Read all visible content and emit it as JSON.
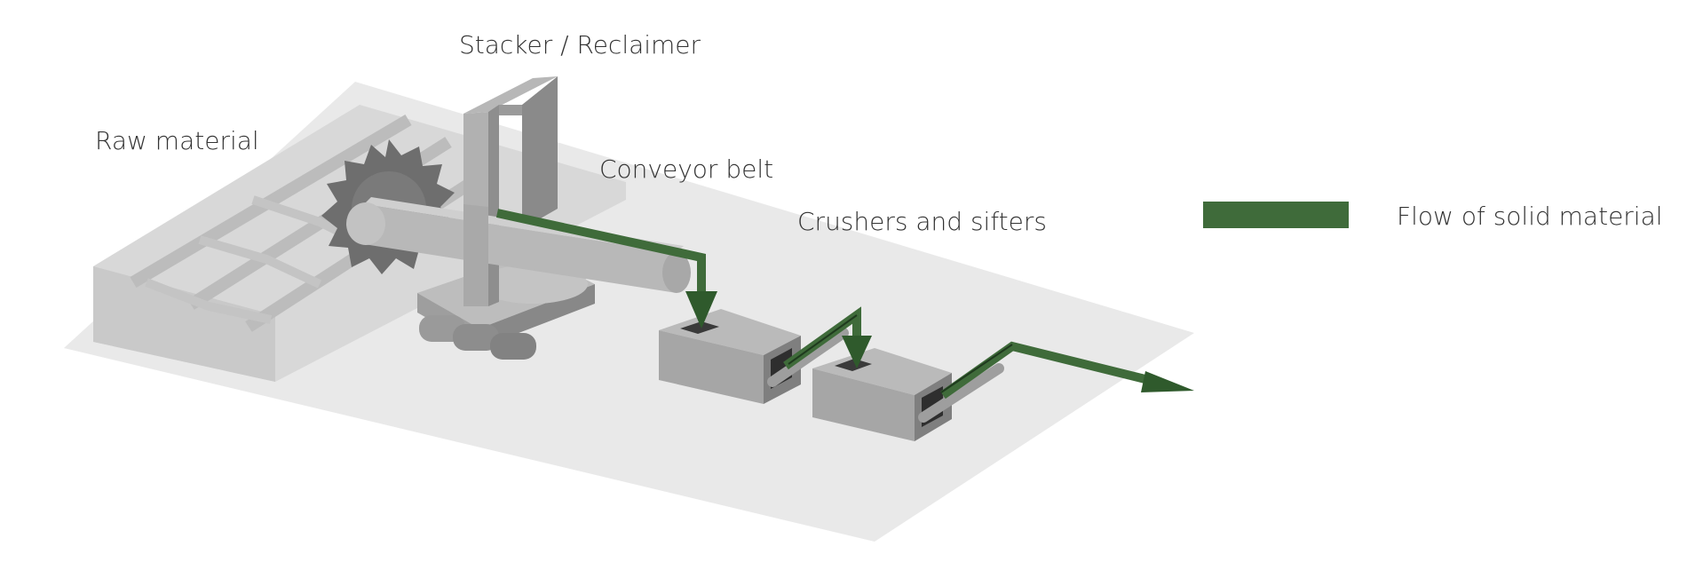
{
  "labels": {
    "stacker_reclaimer": "Stacker / Reclaimer",
    "raw_material": "Raw material",
    "conveyor_belt": "Conveyor belt",
    "crushers_and_sifters": "Crushers and sifters"
  },
  "legend": {
    "flow_label": "Flow of solid material",
    "flow_color": "#3f6b3a"
  },
  "colors": {
    "ground": "#e9e9e9",
    "pile_top": "#d6d6d6",
    "pile_side": "#c8c8c8",
    "machine_light": "#bdbdbd",
    "machine_mid": "#a2a2a2",
    "machine_dark": "#7e7e7e",
    "wheel": "#6f6f6f",
    "flow": "#3f6b3a"
  }
}
